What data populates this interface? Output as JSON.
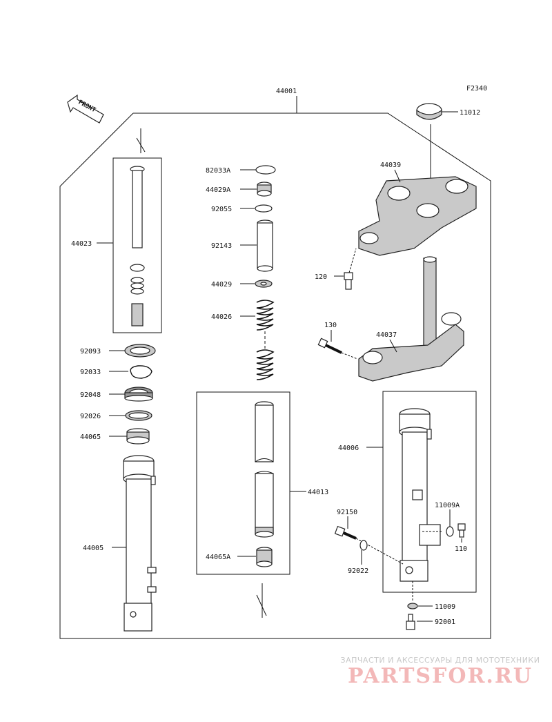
{
  "diagram": {
    "figure_code": "F2340",
    "front_label": "FRONT",
    "labels": {
      "p44001": "44001",
      "p11012": "11012",
      "p44039": "44039",
      "p120": "120",
      "p130": "130",
      "p44037": "44037",
      "p44023": "44023",
      "p82033A": "82033A",
      "p44029A": "44029A",
      "p92055": "92055",
      "p92143": "92143",
      "p44029": "44029",
      "p44026": "44026",
      "p92093": "92093",
      "p92033": "92033",
      "p92048": "92048",
      "p92026": "92026",
      "p44065": "44065",
      "p44005": "44005",
      "p44013": "44013",
      "p44065A": "44065A",
      "p44006": "44006",
      "p92150": "92150",
      "p11009A": "11009A",
      "p110": "110",
      "p92022": "92022",
      "p11009": "11009",
      "p92001": "92001"
    }
  },
  "watermark": {
    "tagline": "ЗАПЧАСТИ И АКСЕССУАРЫ ДЛЯ МОТОТЕХНИКИ",
    "brand": "PARTSFOR.RU"
  }
}
